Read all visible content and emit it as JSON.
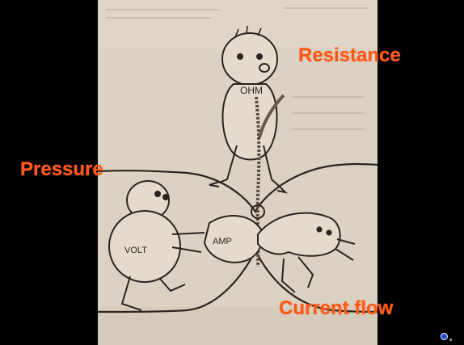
{
  "labels": {
    "resistance": "Resistance",
    "pressure": "Pressure",
    "current_flow": "Current flow"
  },
  "cartoon": {
    "ohm": "OHM",
    "volt": "VOLT",
    "amp": "AMP"
  },
  "colors": {
    "label": "#ff5a1a",
    "background": "#000000",
    "paper": "#dcd2c3",
    "nav_dot": "#1c4fd8"
  },
  "icons": {
    "nav": "slide-nav-dot-icon"
  }
}
